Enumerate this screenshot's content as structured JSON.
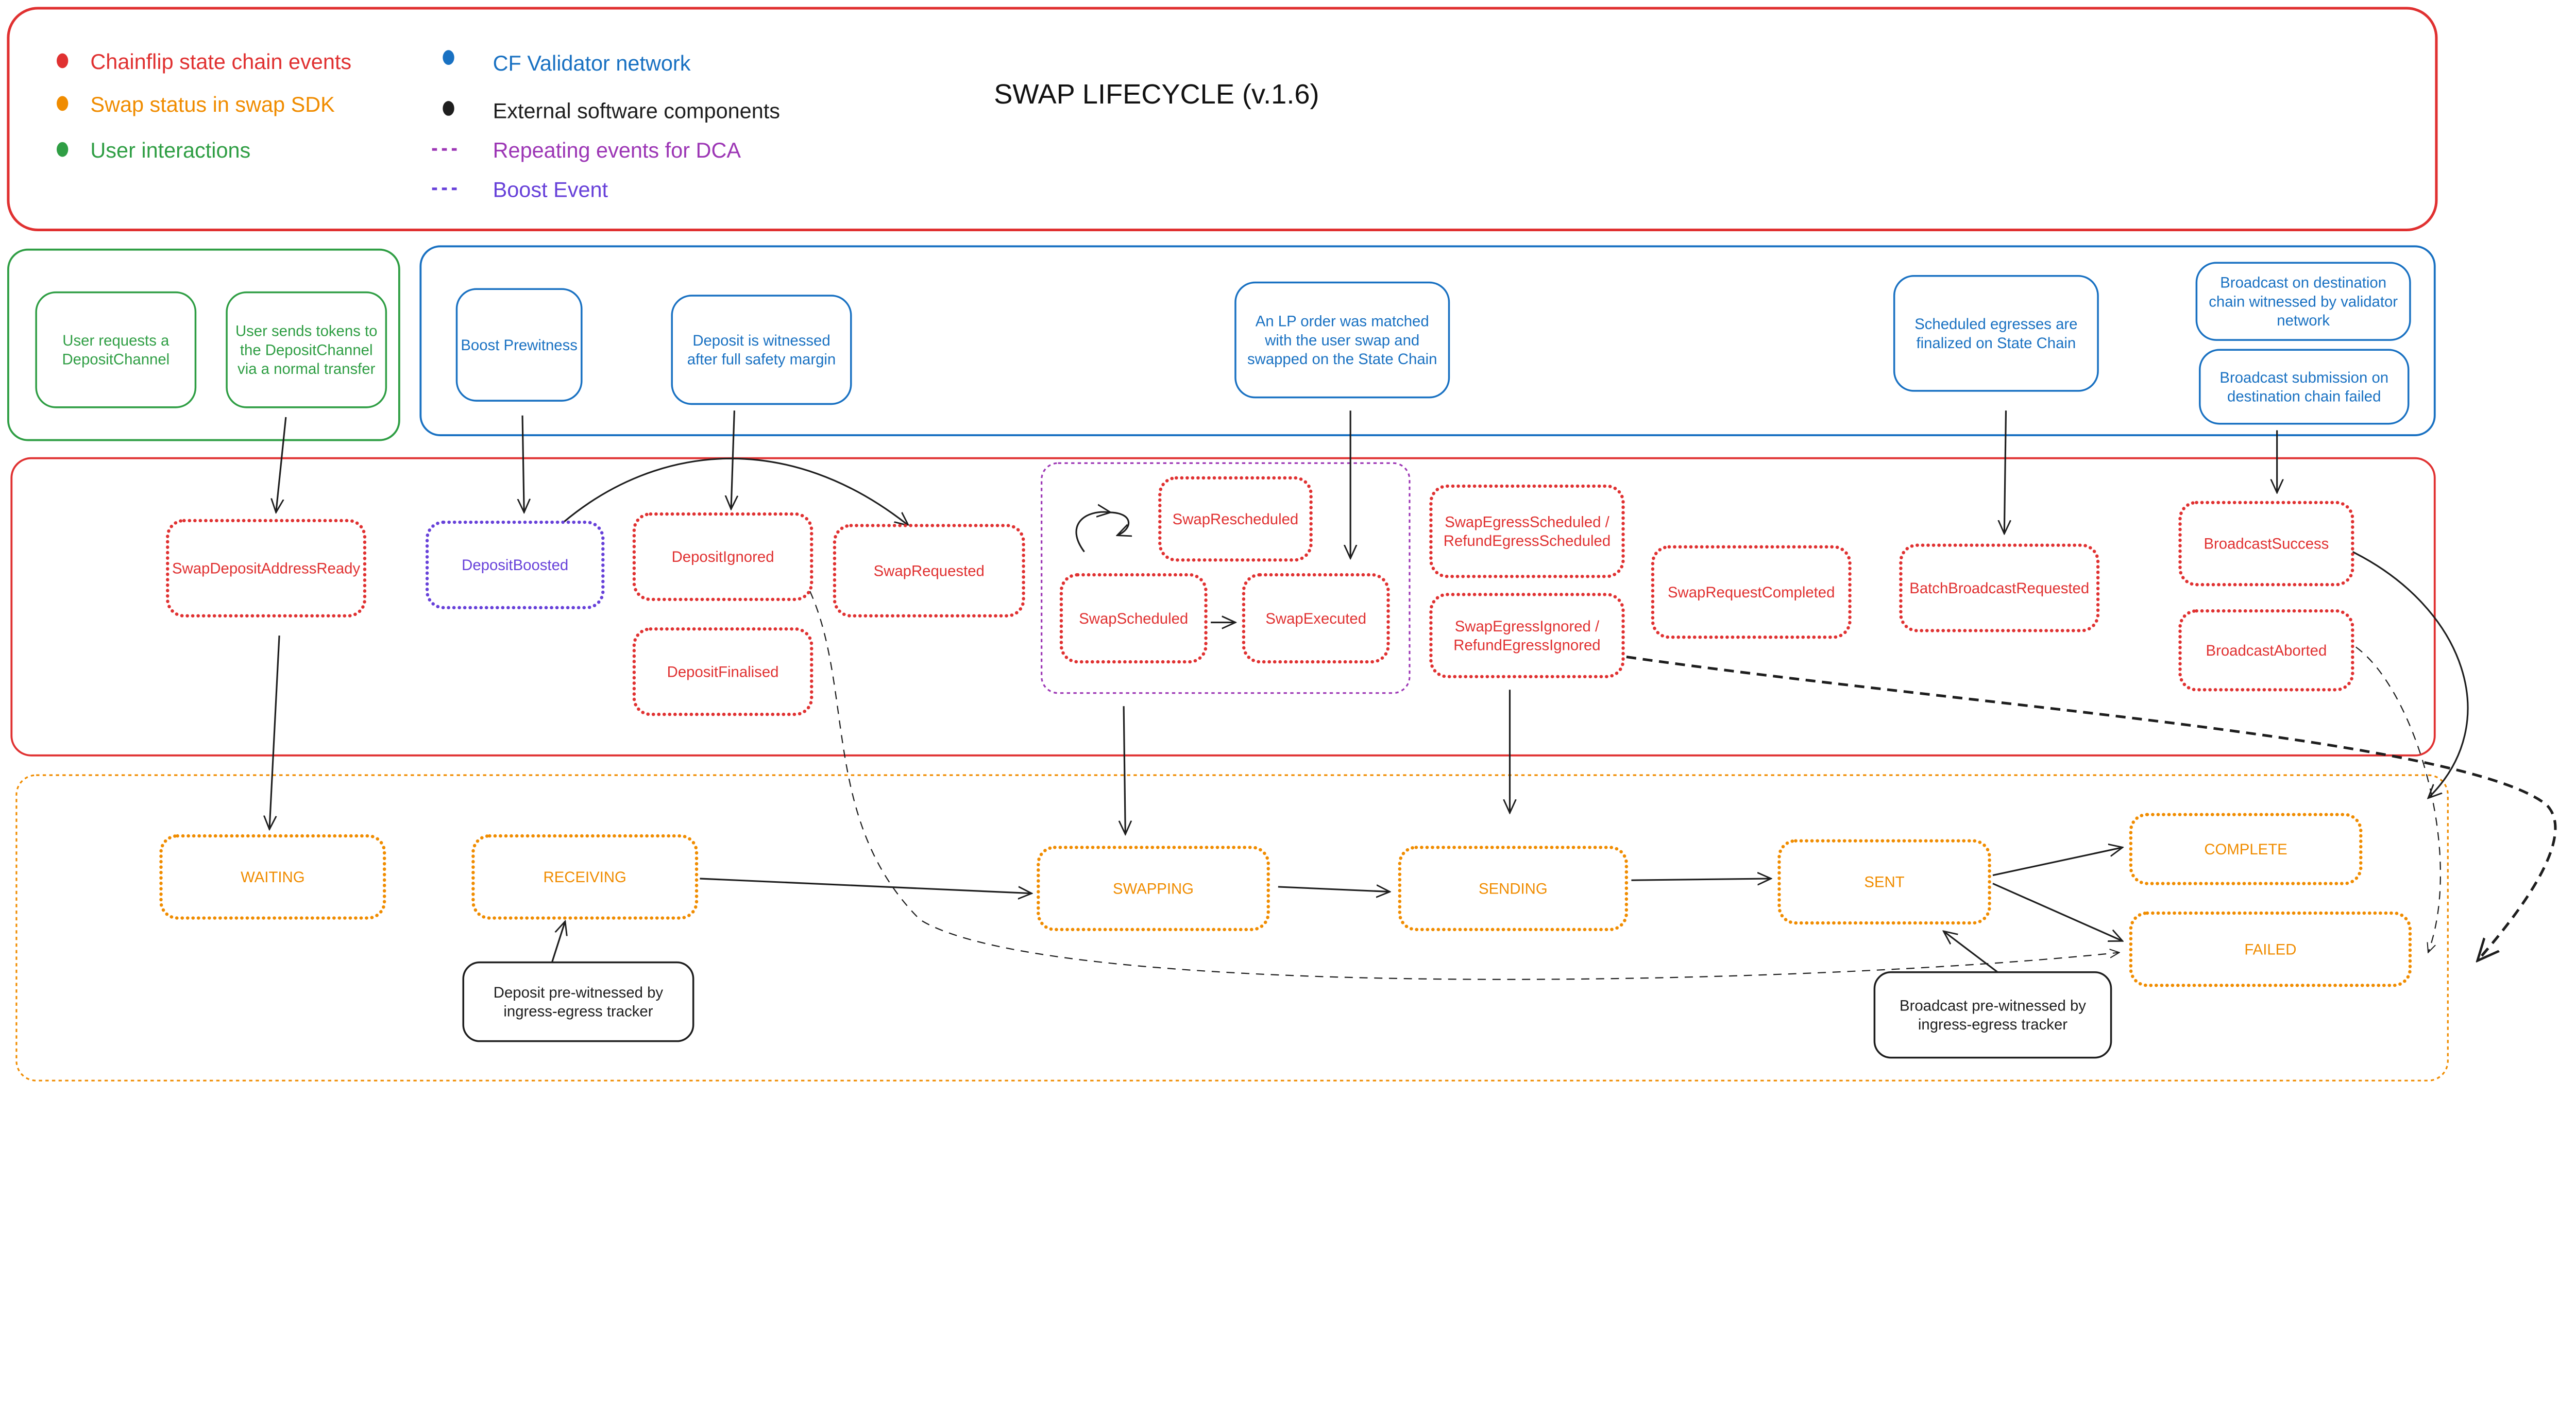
{
  "title": "SWAP LIFECYCLE (v.1.6)",
  "colors": {
    "state_chain": "#e03131",
    "sdk_status": "#f08c00",
    "user": "#2f9e44",
    "validator": "#1971c2",
    "external": "#1e1e1e",
    "dca": "#9c36b5",
    "boost": "#6741d9"
  },
  "legend": [
    {
      "label": "Chainflip state chain events",
      "marker": "dot",
      "color": "#e03131"
    },
    {
      "label": "Swap status in swap SDK",
      "marker": "dot",
      "color": "#f08c00"
    },
    {
      "label": "User interactions",
      "marker": "dot",
      "color": "#2f9e44"
    },
    {
      "label": "CF Validator network",
      "marker": "dot",
      "color": "#1971c2"
    },
    {
      "label": "External software components",
      "marker": "dot",
      "color": "#1e1e1e"
    },
    {
      "label": "Repeating events for DCA",
      "marker": "dash",
      "color": "#9c36b5"
    },
    {
      "label": "Boost Event",
      "marker": "dash",
      "color": "#6741d9"
    }
  ],
  "user_interactions": [
    {
      "id": "user-request",
      "lines": [
        "User requests a",
        "DepositChannel"
      ]
    },
    {
      "id": "user-send",
      "lines": [
        "User sends tokens to",
        "the DepositChannel",
        "via a normal transfer"
      ]
    }
  ],
  "validator_events": [
    {
      "id": "boost-prewitness",
      "lines": [
        "Boost Prewitness"
      ]
    },
    {
      "id": "deposit-witnessed",
      "lines": [
        "Deposit is witnessed",
        "after full safety margin"
      ]
    },
    {
      "id": "lp-matched",
      "lines": [
        "An LP order was matched",
        "with the user swap and",
        "swapped on the State Chain"
      ]
    },
    {
      "id": "egress-finalized",
      "lines": [
        "Scheduled egresses are",
        "finalized on State Chain"
      ]
    },
    {
      "id": "broadcast-witnessed",
      "lines": [
        "Broadcast on destination",
        "chain witnessed  by validator",
        "network"
      ]
    },
    {
      "id": "broadcast-failed",
      "lines": [
        "Broadcast submission on",
        "destination chain failed"
      ]
    }
  ],
  "state_chain_events": [
    {
      "id": "swap-deposit-address-ready",
      "lines": [
        "SwapDepositAddressReady"
      ]
    },
    {
      "id": "deposit-boosted",
      "lines": [
        "DepositBoosted"
      ],
      "boost": true
    },
    {
      "id": "deposit-ignored",
      "lines": [
        "DepositIgnored"
      ]
    },
    {
      "id": "deposit-finalised",
      "lines": [
        "DepositFinalised"
      ]
    },
    {
      "id": "swap-requested",
      "lines": [
        "SwapRequested"
      ]
    },
    {
      "id": "swap-rescheduled",
      "lines": [
        "SwapRescheduled"
      ]
    },
    {
      "id": "swap-scheduled",
      "lines": [
        "SwapScheduled"
      ]
    },
    {
      "id": "swap-executed",
      "lines": [
        "SwapExecuted"
      ]
    },
    {
      "id": "swap-egress-scheduled",
      "lines": [
        "SwapEgressScheduled /",
        "RefundEgressScheduled"
      ]
    },
    {
      "id": "swap-egress-ignored",
      "lines": [
        "SwapEgressIgnored /",
        "RefundEgressIgnored"
      ]
    },
    {
      "id": "swap-request-completed",
      "lines": [
        "SwapRequestCompleted"
      ]
    },
    {
      "id": "batch-broadcast-requested",
      "lines": [
        "BatchBroadcastRequested"
      ]
    },
    {
      "id": "broadcast-success",
      "lines": [
        "BroadcastSuccess"
      ]
    },
    {
      "id": "broadcast-aborted",
      "lines": [
        "BroadcastAborted"
      ]
    }
  ],
  "sdk_statuses": [
    {
      "id": "waiting",
      "lines": [
        "WAITING"
      ]
    },
    {
      "id": "receiving",
      "lines": [
        "RECEIVING"
      ]
    },
    {
      "id": "swapping",
      "lines": [
        "SWAPPING"
      ]
    },
    {
      "id": "sending",
      "lines": [
        "SENDING"
      ]
    },
    {
      "id": "sent",
      "lines": [
        "SENT"
      ]
    },
    {
      "id": "complete",
      "lines": [
        "COMPLETE"
      ]
    },
    {
      "id": "failed",
      "lines": [
        "FAILED"
      ]
    }
  ],
  "external_components": [
    {
      "id": "deposit-prewitnessed",
      "lines": [
        "Deposit pre-witnessed by",
        "ingress-egress tracker"
      ]
    },
    {
      "id": "broadcast-prewitnessed",
      "lines": [
        "Broadcast pre-witnessed by",
        "ingress-egress tracker"
      ]
    }
  ]
}
